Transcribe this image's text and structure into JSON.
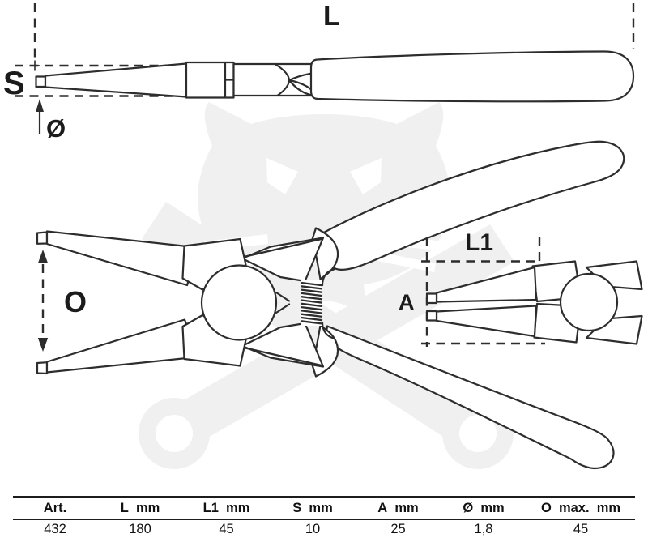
{
  "drawing": {
    "top_view": {
      "length_label": "L",
      "tip_width_label": "S",
      "diameter_label": "Ø"
    },
    "main_view": {
      "opening_label": "O"
    },
    "detail_view": {
      "jaw_length_label": "L1",
      "tip_gap_label": "A"
    }
  },
  "table": {
    "headers": [
      "Art.",
      "L  mm",
      "L1  mm",
      "S  mm",
      "A  mm",
      "Ø  mm",
      "O  max.  mm"
    ],
    "row": [
      "432",
      "180",
      "45",
      "10",
      "25",
      "1,8",
      "45"
    ]
  },
  "colors": {
    "line": "#2d2d2d",
    "text": "#1b1b1b",
    "watermark": "#f0f0f0",
    "background": "#ffffff"
  }
}
